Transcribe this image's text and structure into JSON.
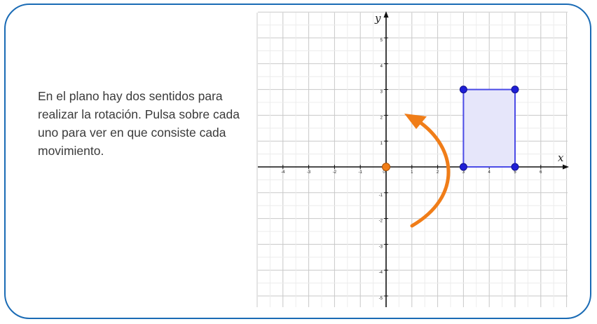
{
  "instruction_text": "En el plano hay dos sentidos para realizar la rotación. Pulsa sobre cada uno para ver en que consiste cada movimiento.",
  "axes": {
    "x_label": "x",
    "y_label": "y",
    "x_ticks": [
      "-4",
      "-3",
      "-2",
      "-1",
      "0",
      "1",
      "2",
      "3",
      "4",
      "5",
      "6"
    ],
    "y_ticks": [
      "5",
      "4",
      "3",
      "2",
      "1",
      "-1",
      "-2",
      "-3",
      "-4",
      "-5"
    ],
    "x_range": [
      -5,
      7
    ],
    "y_range": [
      -5.5,
      5.5
    ]
  },
  "shape": {
    "type": "rectangle",
    "vertices": [
      [
        3,
        0
      ],
      [
        5,
        0
      ],
      [
        5,
        3
      ],
      [
        3,
        3
      ]
    ],
    "fill_color": "#e6e6fa",
    "stroke_color": "#4b4be6",
    "point_color": "#1f1fd6"
  },
  "rotation_center": {
    "x": 0,
    "y": 0,
    "color": "#f07d18"
  },
  "rotation_arrow": {
    "direction": "counterclockwise",
    "color": "#f07d18",
    "icon": "curved-arrow-icon"
  },
  "colors": {
    "frame_border": "#1a6bb5",
    "text": "#3a3a3a"
  }
}
